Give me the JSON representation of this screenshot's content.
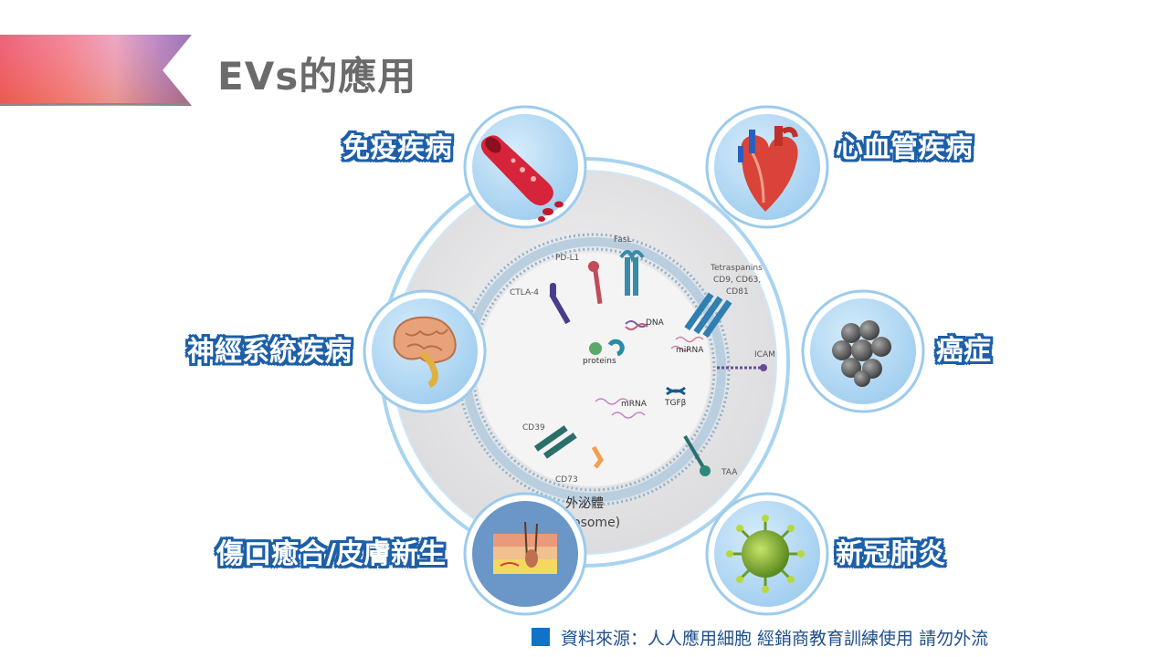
{
  "title": "EVs的應用",
  "center": {
    "label": "外泌體",
    "sublabel": "(Exosome)"
  },
  "molecule_labels": {
    "fasl": "FasL",
    "pdl1": "PD-L1",
    "ctla4": "CTLA-4",
    "tetraspanins": "Tetraspanins",
    "cd_list": "CD9, CD63,",
    "cd81": "CD81",
    "icam": "ICAM",
    "dna": "DNA",
    "proteins": "proteins",
    "mirna": "miRNA",
    "mrna": "mRNA",
    "tgfb": "TGFβ",
    "cd39": "CD39",
    "cd73": "CD73",
    "taa": "TAA"
  },
  "applications": {
    "immune": "免疫疾病",
    "cardio": "心血管疾病",
    "neuro": "神經系統疾病",
    "cancer": "癌症",
    "wound": "傷口癒合/皮膚新生",
    "covid": "新冠肺炎"
  },
  "icons": [
    "blood-vessel-icon",
    "heart-icon",
    "brain-icon",
    "tumor-cells-icon",
    "skin-layers-icon",
    "virus-icon"
  ],
  "footer": "資料來源：人人應用細胞 經銷商教育訓練使用 請勿外流",
  "colors": {
    "accent": "#1272c7",
    "label_outline": "#1d5fa8",
    "title": "#6b6b6b"
  }
}
